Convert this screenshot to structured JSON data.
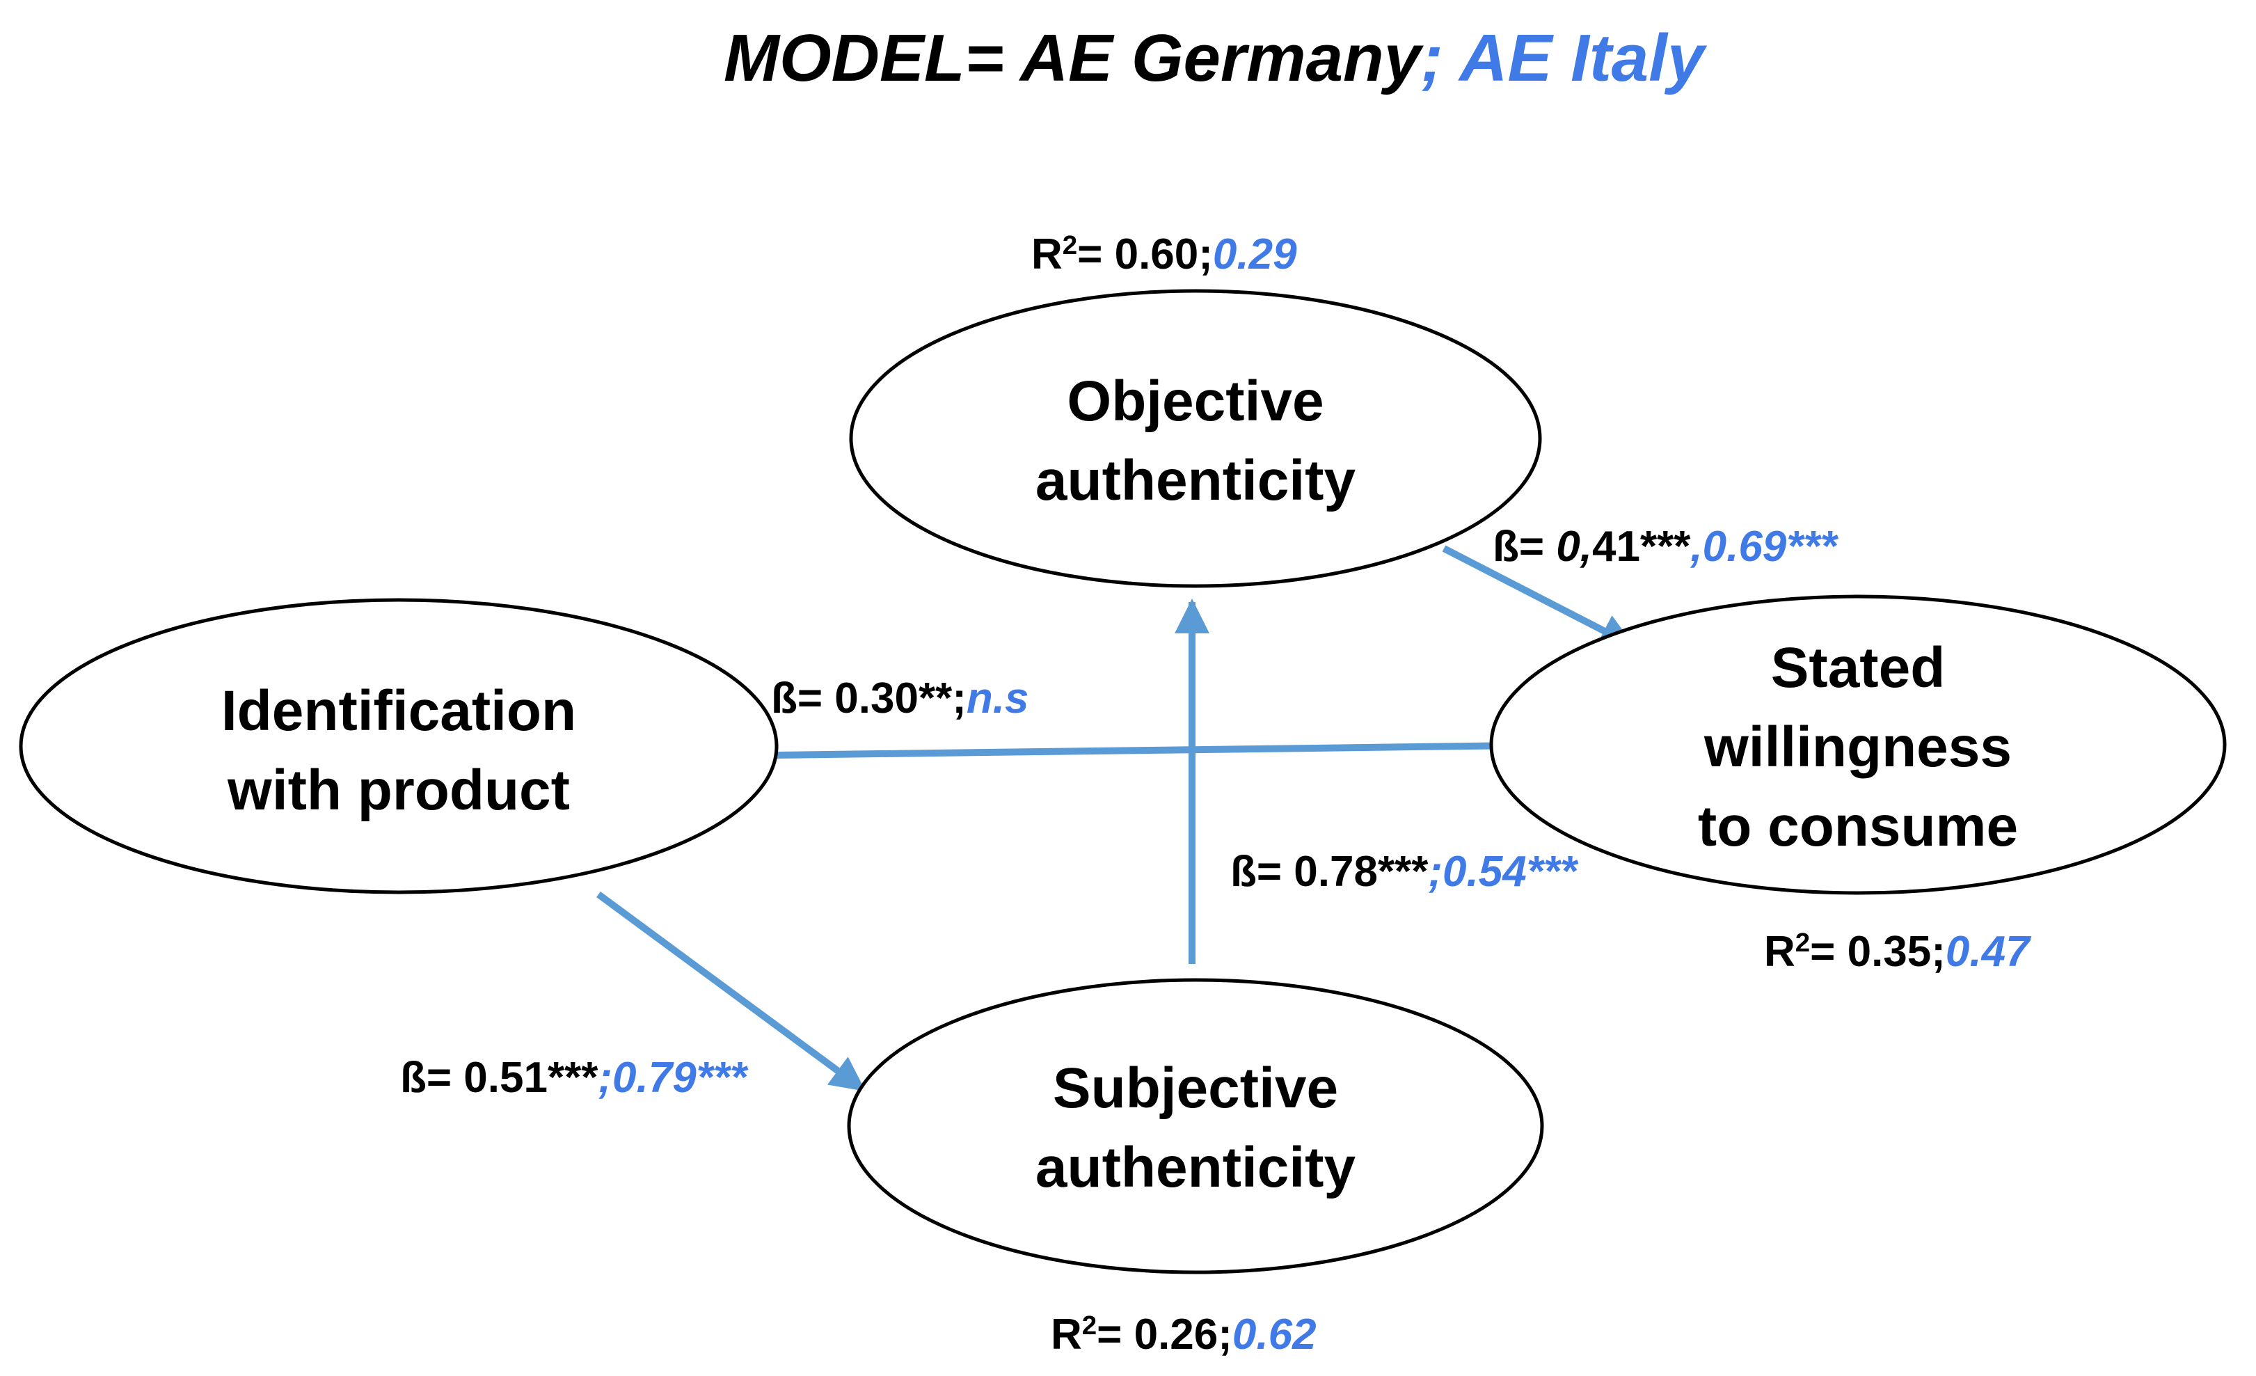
{
  "title": {
    "black": "MODEL= AE Germany",
    "blue": "; AE Italy"
  },
  "colors": {
    "arrow": "#5B9BD5",
    "accent": "#3F7AE6",
    "text": "#000000",
    "ellipse_stroke": "#000000"
  },
  "nodes": {
    "objective": {
      "line1": "Objective",
      "line2": "authenticity",
      "r2_prefix": "R",
      "r2_exp": "2",
      "r2_value": "= 0.60;",
      "r2_italy": "0.29"
    },
    "identification": {
      "line1": "Identification",
      "line2": "with product"
    },
    "subjective": {
      "line1": "Subjective",
      "line2": "authenticity",
      "r2_prefix": "R",
      "r2_exp": "2",
      "r2_value": "= 0.26;",
      "r2_italy": "0.62"
    },
    "stated": {
      "line1": "Stated",
      "line2": "willingness",
      "line3": "to consume",
      "r2_prefix": "R",
      "r2_exp": "2",
      "r2_value": "= 0.35;",
      "r2_italy": "0.47"
    }
  },
  "paths": {
    "obj_to_stated": {
      "prefix": "ß= ",
      "de_italic": "0,",
      "de_rest": "41***",
      "it": ",0.69***"
    },
    "ident_to_stated": {
      "de": "ß= 0.30**;",
      "it": "n.s"
    },
    "subj_to_obj": {
      "de": "ß= 0.78***",
      "it": ";0.54***"
    },
    "ident_to_subj": {
      "de": "ß= 0.51***",
      "it": ";0.79***"
    }
  }
}
